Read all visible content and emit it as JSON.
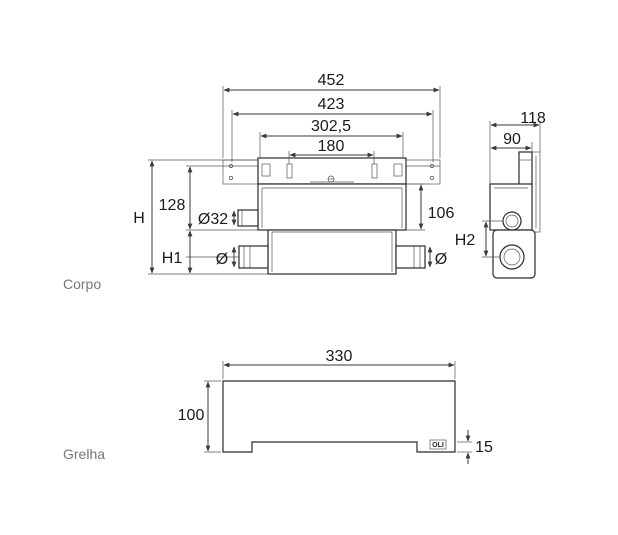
{
  "labels": {
    "corpo": "Corpo",
    "grelha": "Grelha"
  },
  "body_dims": {
    "w452": "452",
    "w423": "423",
    "w302": "302,5",
    "w180": "180",
    "w118": "118",
    "w90": "90",
    "h": "H",
    "h128": "128",
    "d32": "Ø32",
    "h106": "106",
    "h1": "H1",
    "h2": "H2",
    "dleft": "Ø",
    "dright": "Ø"
  },
  "grate_dims": {
    "w330": "330",
    "h100": "100",
    "h15": "15",
    "mark": "OLI"
  }
}
